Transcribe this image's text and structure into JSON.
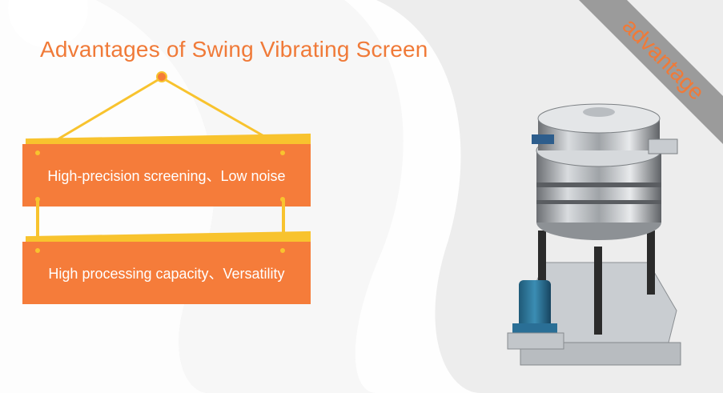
{
  "title": "Advantages of Swing Vibrating Screen",
  "panels": [
    {
      "text": "High-precision screening、Low noise"
    },
    {
      "text": "High processing capacity、Versatility"
    }
  ],
  "corner_label": "advantage",
  "colors": {
    "accent_orange": "#f57c3a",
    "title_orange": "#f07a38",
    "rope_yellow": "#f8c32e",
    "ribbon_gray": "#9b9b9b"
  },
  "machine": {
    "icon": "vibrating-screen-machine-icon"
  }
}
